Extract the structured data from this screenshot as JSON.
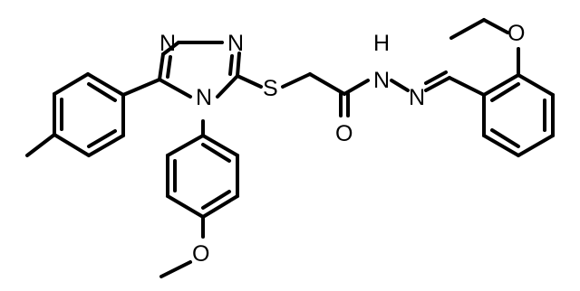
{
  "atoms": {
    "n1": "N",
    "n2": "N",
    "n4": "N",
    "s": "S",
    "o_carbonyl": "O",
    "n_h": "H",
    "n_hydrazide": "N",
    "n_imine": "N",
    "o_ethoxy": "O",
    "o_methoxy": "O"
  },
  "colors": {
    "bond": "#000000",
    "atom_text": "#000000",
    "background": "#ffffff"
  }
}
